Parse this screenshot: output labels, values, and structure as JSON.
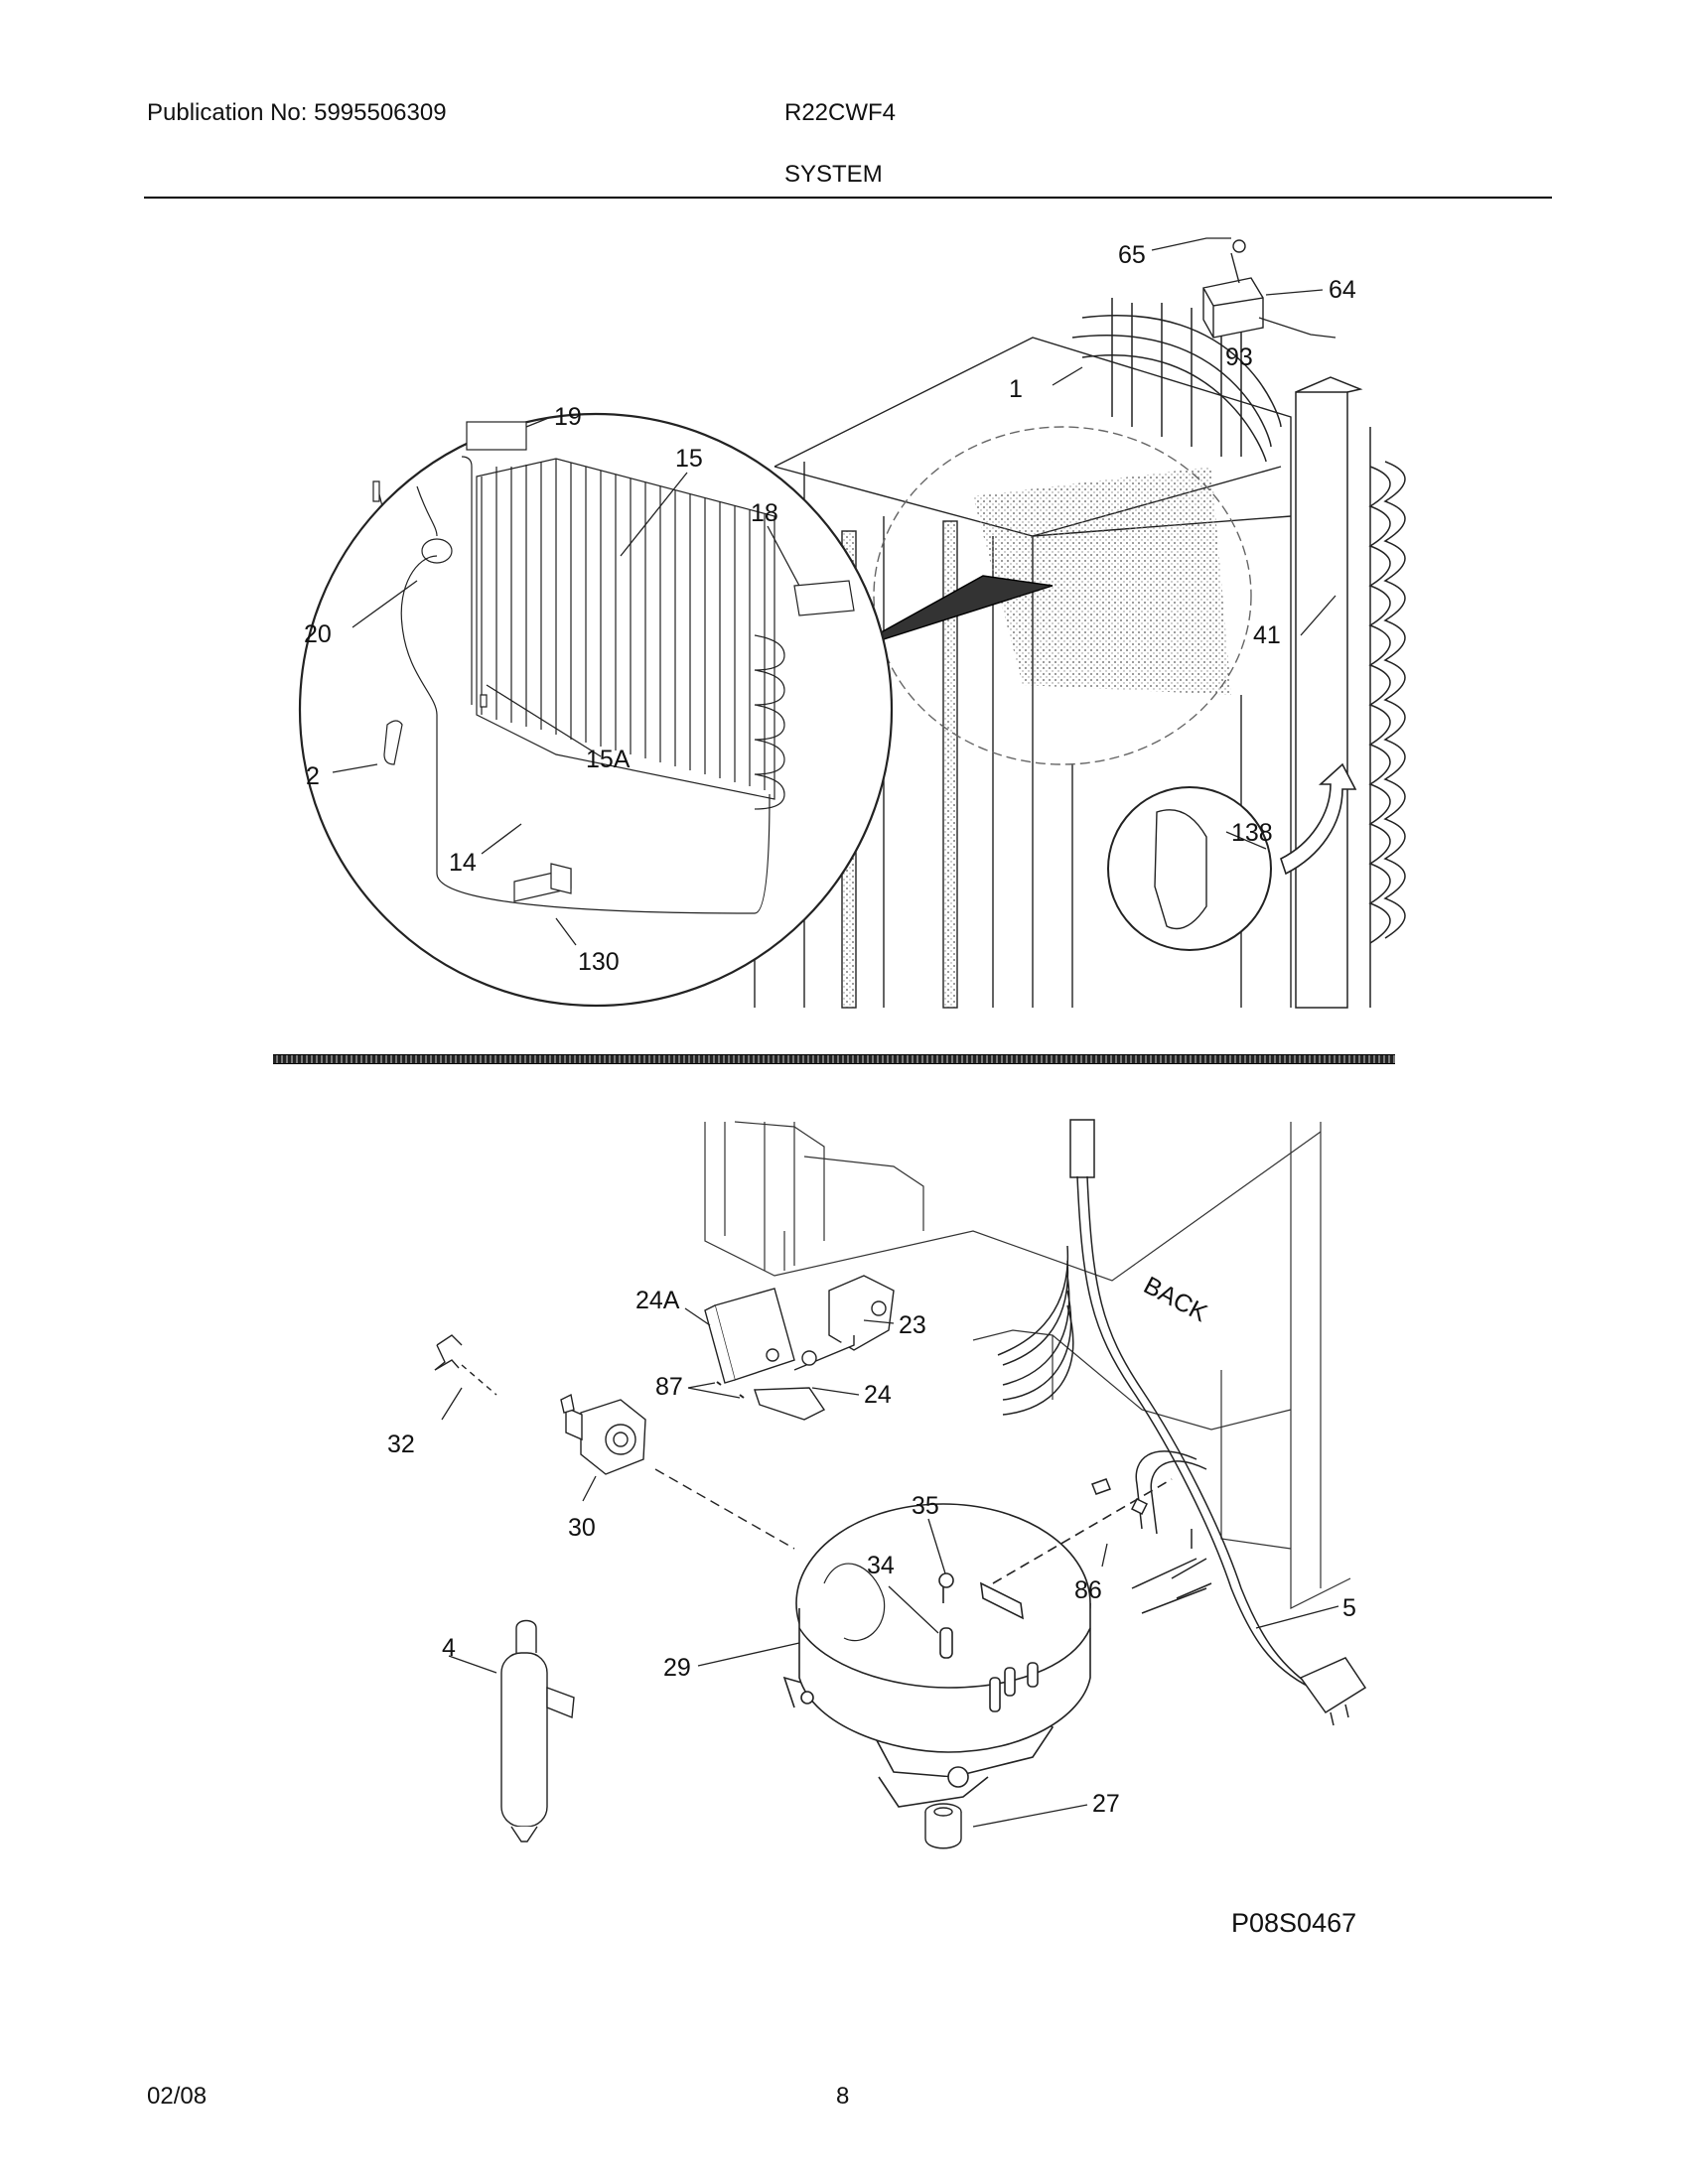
{
  "header": {
    "publication": "Publication No: 5995506309",
    "model": "R22CWF4",
    "section": "SYSTEM"
  },
  "diagram_code": "P08S0467",
  "footer": {
    "date": "02/08",
    "page": "8"
  },
  "part_labels": [
    "65",
    "64",
    "93",
    "1",
    "19",
    "15",
    "18",
    "20",
    "41",
    "2",
    "15A",
    "138",
    "14",
    "130",
    "24A",
    "23",
    "87",
    "24",
    "32",
    "30",
    "35",
    "34",
    "86",
    "5",
    "4",
    "29",
    "27"
  ],
  "back_label": "BACK"
}
